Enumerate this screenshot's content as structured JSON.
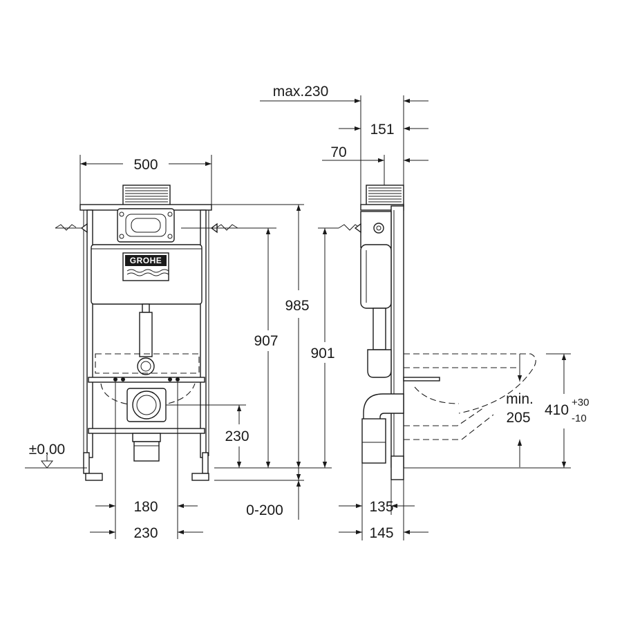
{
  "front_view": {
    "width": "500",
    "height_985": "985",
    "height_907": "907",
    "height_230": "230",
    "spacing_180": "180",
    "spacing_230": "230",
    "adjust": "0-200",
    "floor_level": "±0,00",
    "logo_text": "GROHE"
  },
  "side_view": {
    "max_230": "max.230",
    "depth_151": "151",
    "depth_70": "70",
    "height_901": "901",
    "depth_135": "135",
    "depth_145": "145",
    "min_label": "min.",
    "min_value": "205",
    "bowl_height": "410",
    "tol_plus": "+30",
    "tol_minus": "-10"
  }
}
